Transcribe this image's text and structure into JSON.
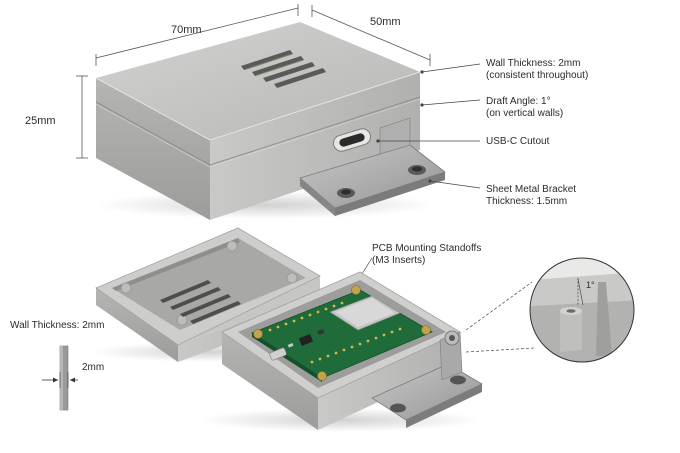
{
  "dimensions": {
    "length": "70mm",
    "width": "50mm",
    "height": "25mm"
  },
  "callouts": {
    "wall_thickness_top": {
      "line1": "Wall Thickness: 2mm",
      "line2": "(consistent throughout)"
    },
    "draft_angle": {
      "line1": "Draft Angle: 1°",
      "line2": "(on vertical walls)"
    },
    "usb_c": {
      "line1": "USB-C Cutout"
    },
    "bracket": {
      "line1": "Sheet Metal Bracket",
      "line2": "Thickness: 1.5mm"
    },
    "standoffs": {
      "line1": "PCB Mounting Standoffs",
      "line2": "(M3 Inserts)"
    },
    "wall_thickness_left": {
      "line1": "Wall Thickness: 2mm"
    },
    "wall_section": {
      "line1": "2mm"
    },
    "detail_angle": {
      "line1": "1°"
    }
  },
  "colors": {
    "enclosure": "#bcbcbc",
    "enclosure_shadow": "#9a9a9a",
    "pcb": "#1f6b3a",
    "metal": "#a8a8a8",
    "leader": "#444444"
  }
}
